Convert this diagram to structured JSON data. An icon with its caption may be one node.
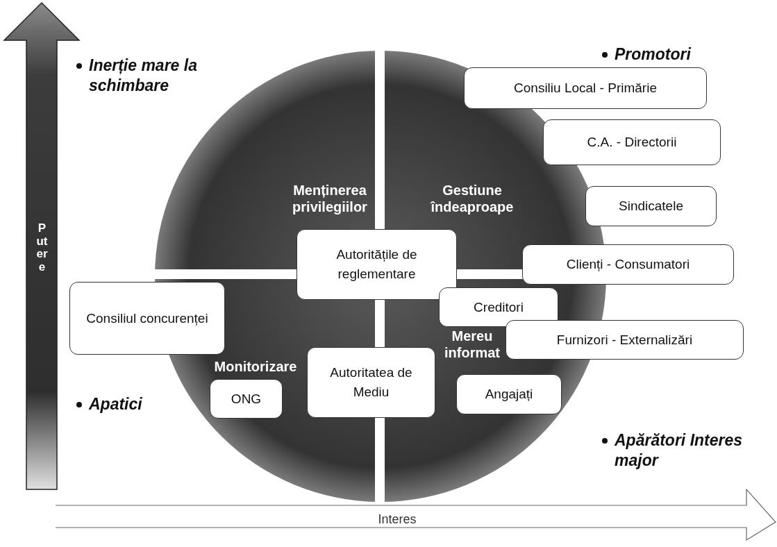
{
  "diagram": {
    "nodes": [
      {
        "text": [
          "Consiliu Local - Primărie"
        ]
      },
      {
        "text": [
          "C.A. - Directorii"
        ]
      },
      {
        "text": [
          "Sindicatele"
        ]
      },
      {
        "text": [
          "Autoritățile de reglementare"
        ]
      },
      {
        "text": [
          "Clienți - Consumatori"
        ]
      },
      {
        "text": [
          "Consiliul concurenței"
        ]
      },
      {
        "text": [
          "Creditori"
        ]
      },
      {
        "text": [
          "Furnizori - Externalizări"
        ]
      },
      {
        "text": [
          "Autoritatea de Mediu"
        ]
      },
      {
        "text": [
          "ONG"
        ]
      },
      {
        "text": [
          "Angajați"
        ]
      }
    ],
    "edges": [],
    "labels": [
      "Inerție mare la schimbare",
      "Promotori",
      "Menținerea privilegiilor",
      "Gestiune îndeaproape",
      "Putere",
      "Monitorizare",
      "Mereu informat",
      "Apatici",
      "Apărători Interes major",
      "Interes"
    ]
  }
}
